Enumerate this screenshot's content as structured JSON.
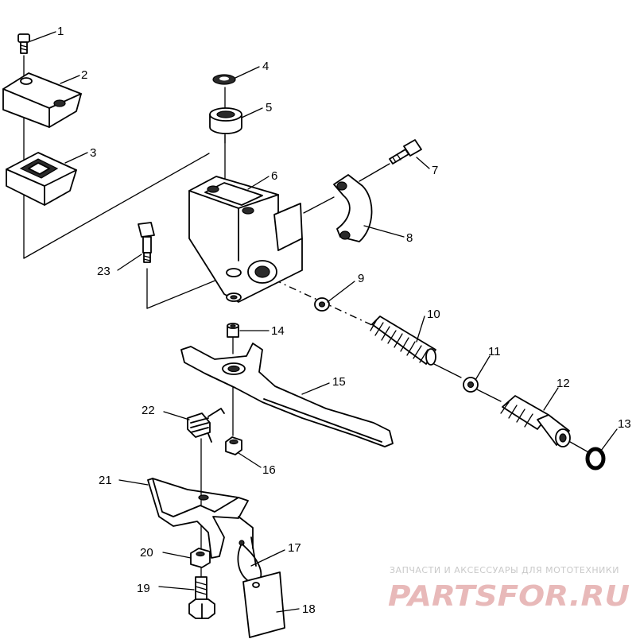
{
  "callouts": [
    "1",
    "2",
    "3",
    "4",
    "5",
    "6",
    "7",
    "8",
    "9",
    "10",
    "11",
    "12",
    "13",
    "14",
    "15",
    "16",
    "17",
    "18",
    "19",
    "20",
    "21",
    "22",
    "23"
  ],
  "watermark": {
    "tagline": "ЗАПЧАСТИ И АКСЕССУАРЫ ДЛЯ МОТОТЕХНИКИ",
    "logo": "PARTSFOR.RU"
  },
  "colors": {
    "line": "#000000",
    "watermark_text": "#c9c9c9",
    "watermark_logo": "#e8b9b9"
  }
}
